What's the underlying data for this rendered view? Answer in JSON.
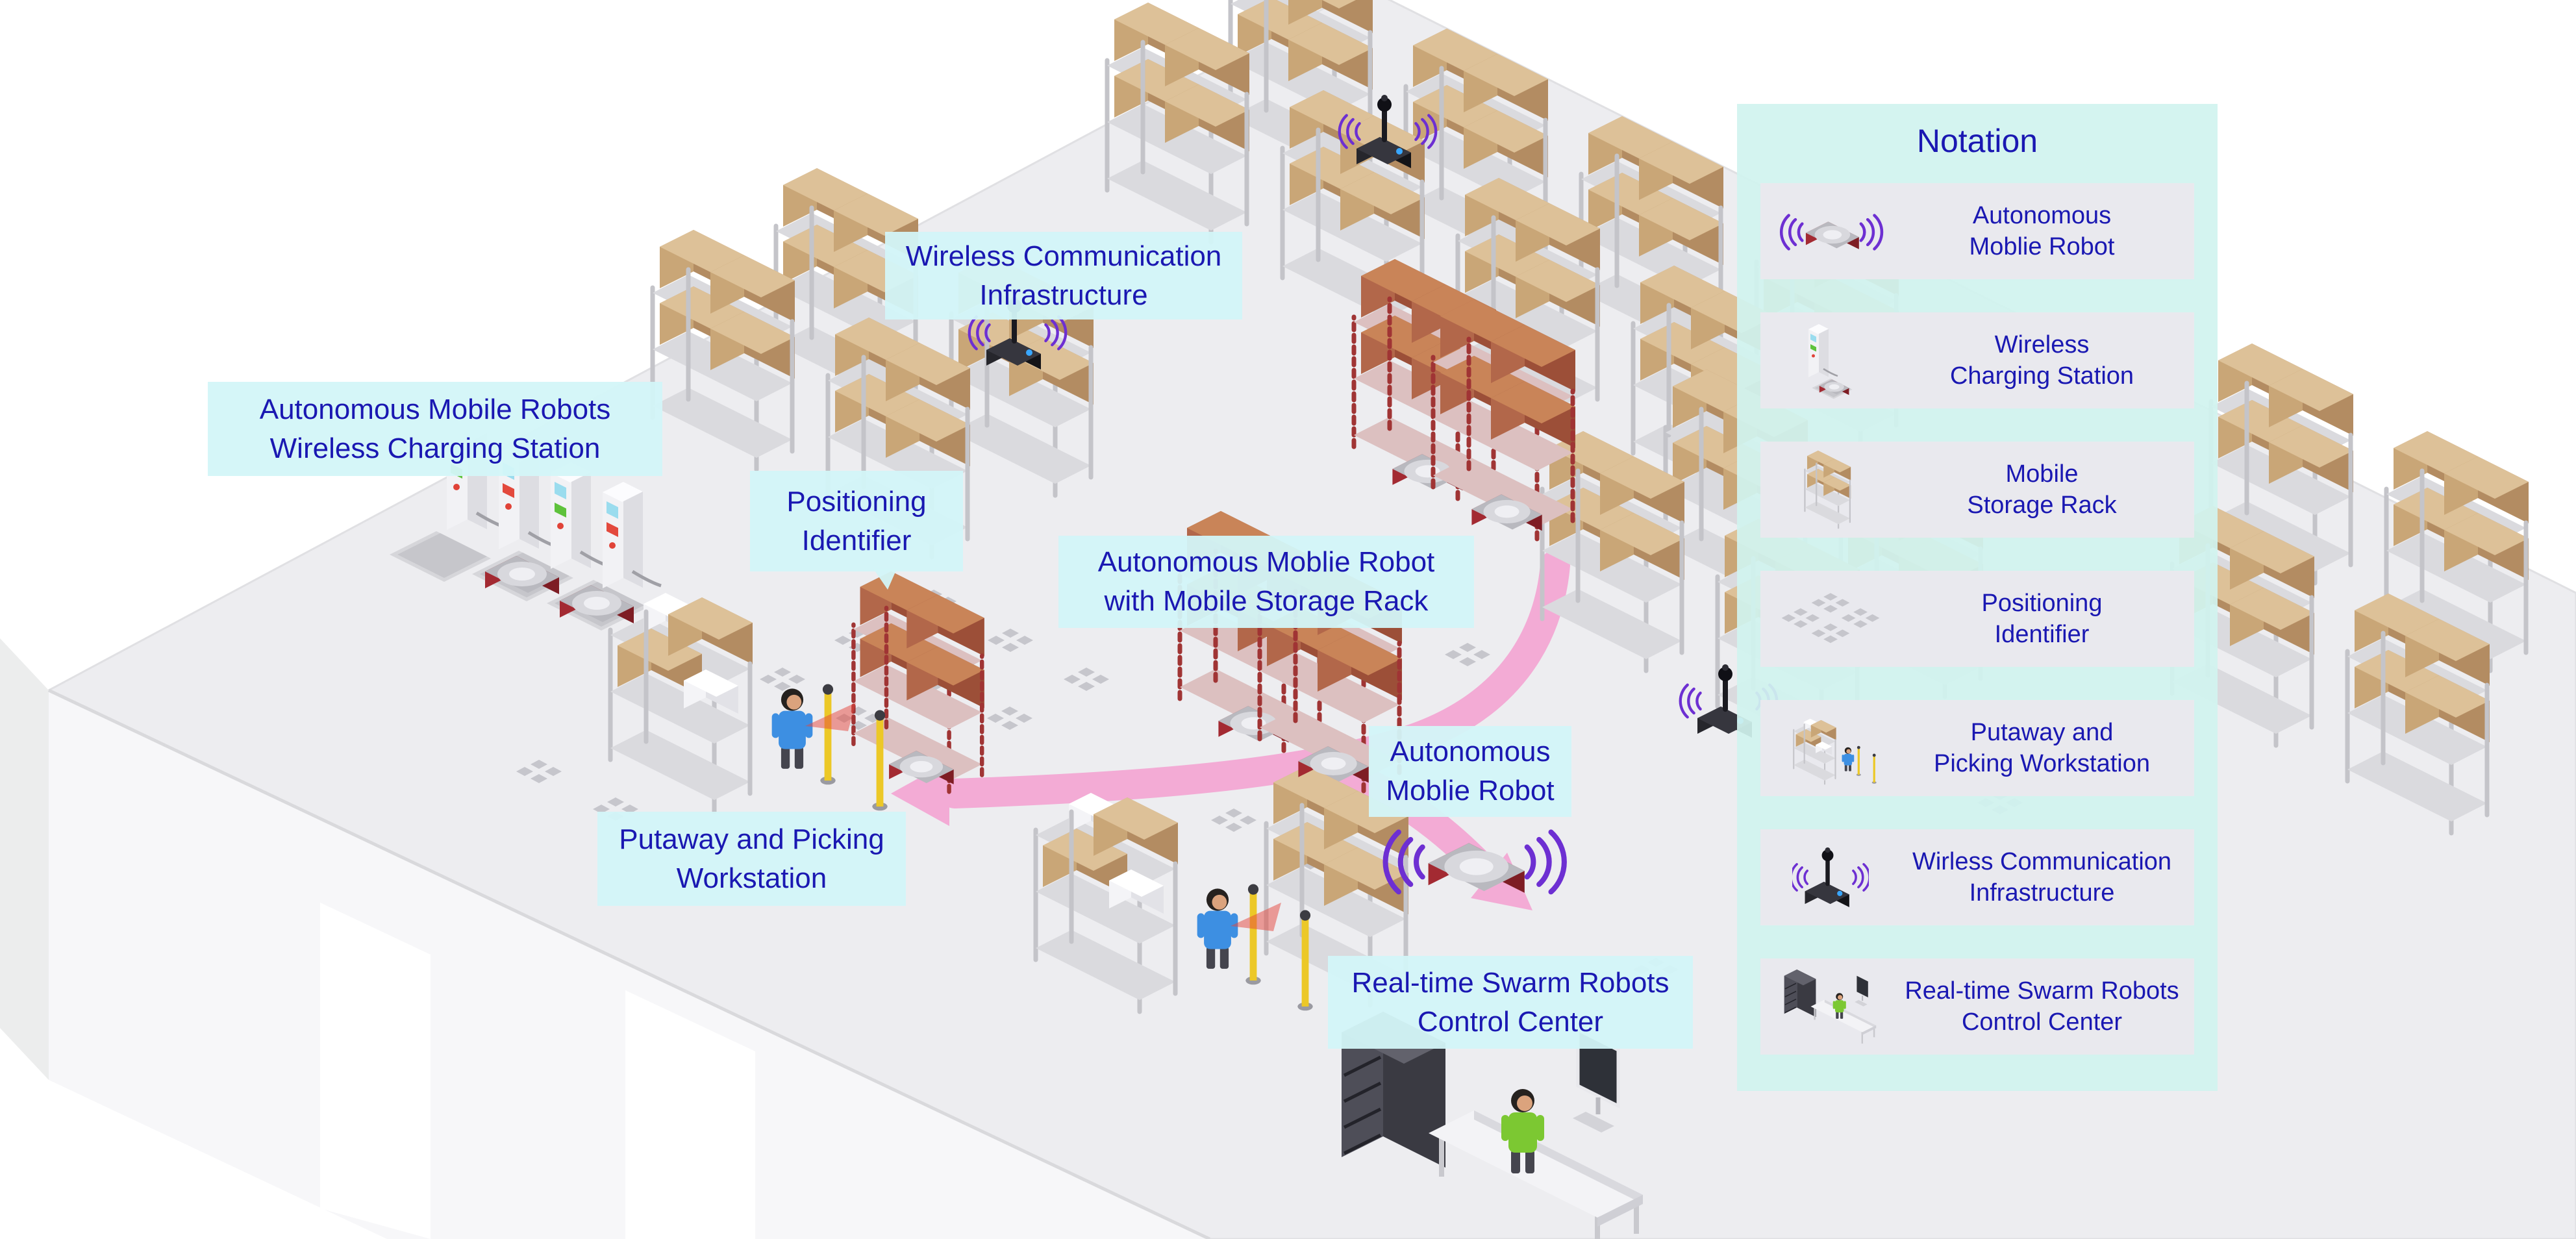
{
  "labels": {
    "wireless_comm": {
      "line1": "Wireless Communication",
      "line2": "Infrastructure"
    },
    "charging_station": {
      "line1": "Autonomous Mobile Robots",
      "line2": "Wireless Charging Station"
    },
    "positioning": {
      "line1": "Positioning",
      "line2": "Identifier"
    },
    "amr_with_rack": {
      "line1": "Autonomous Moblie Robot",
      "line2": "with Mobile Storage Rack"
    },
    "amr": {
      "line1": "Autonomous",
      "line2": "Moblie Robot"
    },
    "workstation": {
      "line1": "Putaway and Picking",
      "line2": "Workstation"
    },
    "control_center": {
      "line1": "Real-time Swarm Robots",
      "line2": "Control Center"
    }
  },
  "notation": {
    "title": "Notation",
    "items": [
      {
        "icon": "amr-icon",
        "line1": "Autonomous",
        "line2": "Moblie Robot"
      },
      {
        "icon": "charging-icon",
        "line1": "Wireless",
        "line2": "Charging Station"
      },
      {
        "icon": "storage-rack-icon",
        "line1": "Mobile",
        "line2": "Storage Rack"
      },
      {
        "icon": "positioning-icon",
        "line1": "Positioning",
        "line2": "Identifier"
      },
      {
        "icon": "workstation-icon",
        "line1": "Putaway and",
        "line2": "Picking Workstation"
      },
      {
        "icon": "wireless-infra-icon",
        "line1": "Wirless Communication",
        "line2": "Infrastructure"
      },
      {
        "icon": "control-center-icon",
        "line1": "Real-time Swarm Robots",
        "line2": "Control Center"
      }
    ]
  },
  "colors": {
    "label_bg": "#d3f5f8",
    "label_text": "#1a18b2",
    "panel_bg": "#d1f3ef",
    "row_bg": "#e9e9ee",
    "floor": "#ededf0",
    "wall": "#f7f7f9",
    "box_tan": "#ddc198",
    "robot_base_red": "#8e1f26",
    "route_pink": "#f3abd5",
    "wave_purple": "#6d2fd2",
    "post_yellow": "#ecc827",
    "worker_shirt_blue": "#3d8fe2",
    "worker_vest_green": "#7cc832"
  }
}
